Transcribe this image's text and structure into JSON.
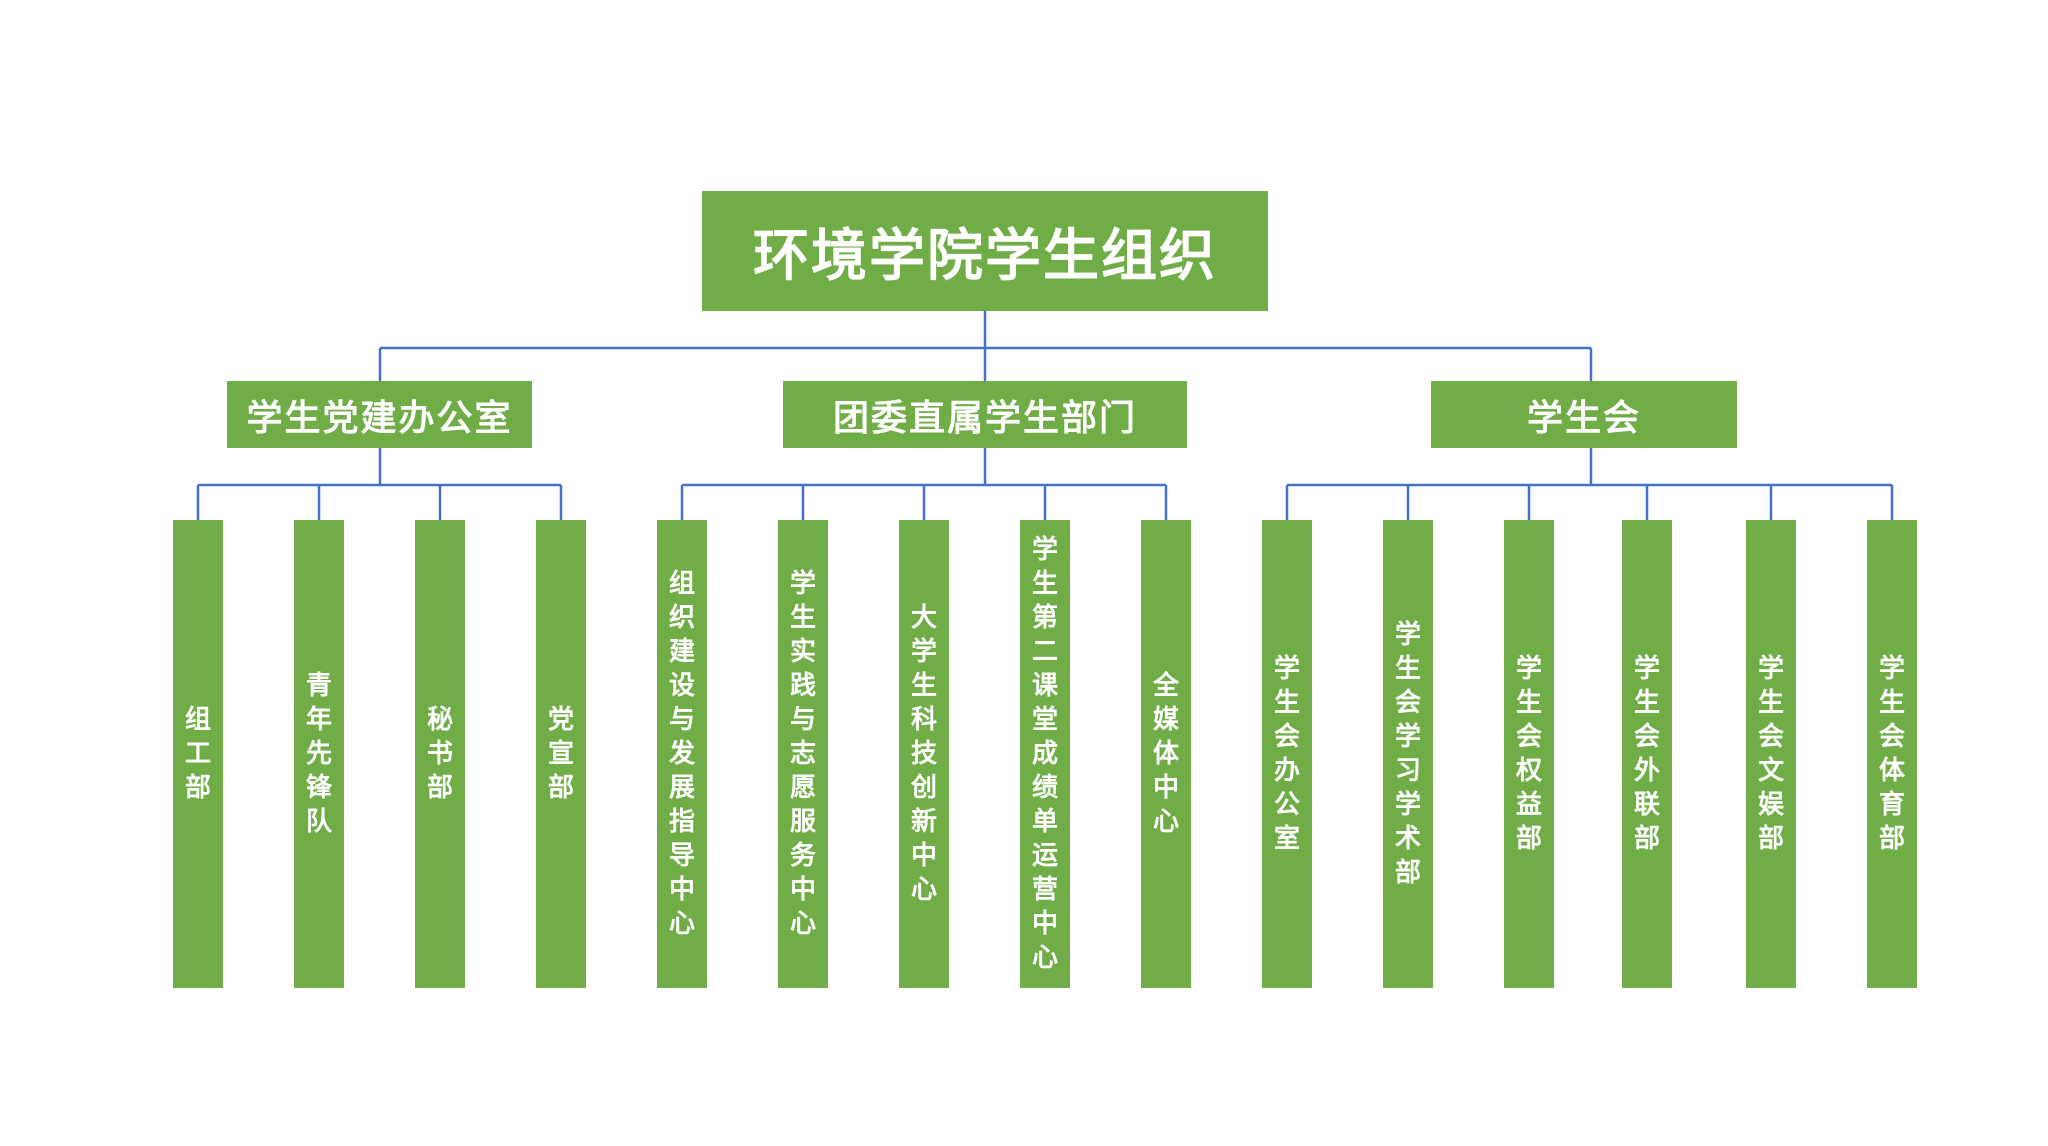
{
  "colors": {
    "box_fill": "#70ad47",
    "box_text": "#ffffff",
    "connector": "#4472c4",
    "background": "#ffffff"
  },
  "root": {
    "label": "环境学院学生组织"
  },
  "groups": [
    {
      "label": "学生党建办公室",
      "children": [
        "组工部",
        "青年先锋队",
        "秘书部",
        "党宣部"
      ]
    },
    {
      "label": "团委直属学生部门",
      "children": [
        "组织建设与发展指导中心",
        "学生实践与志愿服务中心",
        "大学生科技创新中心",
        "学生第二课堂成绩单运营中心",
        "全媒体中心"
      ]
    },
    {
      "label": "学生会",
      "children": [
        "学生会办公室",
        "学生会学习学术部",
        "学生会权益部",
        "学生会外联部",
        "学生会文娱部",
        "学生会体育部"
      ]
    }
  ]
}
